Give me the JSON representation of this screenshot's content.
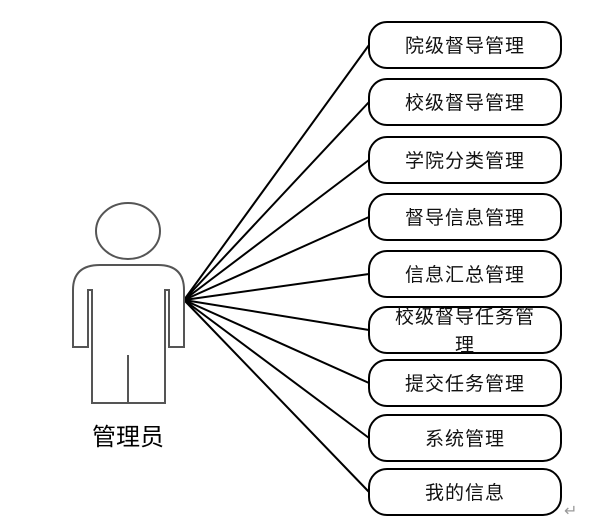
{
  "actor": {
    "label": "管理员",
    "icon": "person-icon"
  },
  "use_cases": [
    {
      "lines": [
        "院级督导管理"
      ]
    },
    {
      "lines": [
        "校级督导管理"
      ]
    },
    {
      "lines": [
        "学院分类管理"
      ]
    },
    {
      "lines": [
        "督导信息管理"
      ]
    },
    {
      "lines": [
        "信息汇总管理"
      ]
    },
    {
      "lines": [
        "校级督导任务管",
        "理"
      ]
    },
    {
      "lines": [
        "提交任务管理"
      ]
    },
    {
      "lines": [
        "系统管理"
      ]
    },
    {
      "lines": [
        "我的信息"
      ]
    }
  ],
  "paragraph_mark": "↵",
  "colors": {
    "line": "#000000",
    "actor_stroke": "#555555"
  }
}
